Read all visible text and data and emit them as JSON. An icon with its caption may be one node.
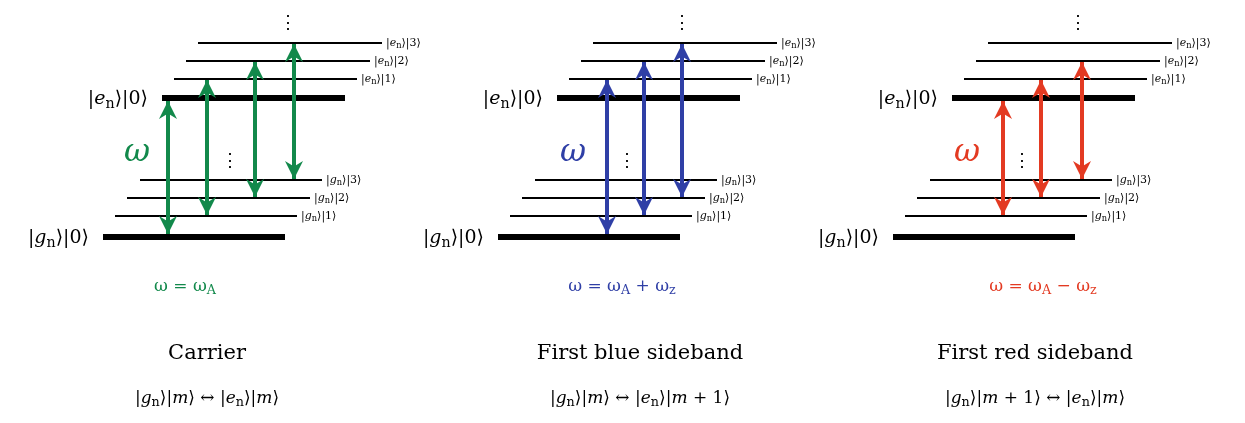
{
  "diagram": {
    "nodes": [
      {
        "text": [],
        "shape": "bar",
        "beside": [
          "|*e*$_{n}$⟩|3⟩"
        ]
      },
      {
        "text": [],
        "shape": "bar",
        "beside": [
          "|*e*$_{n}$⟩|2⟩"
        ]
      },
      {
        "text": [],
        "shape": "bar",
        "beside": [
          "|*e*$_{n}$⟩|1⟩"
        ]
      },
      {
        "text": [],
        "shape": "bar",
        "beside": [
          "|*e*$_{n}$⟩|0⟩"
        ]
      },
      {
        "text": [],
        "shape": "bar",
        "beside": [
          "|*g*$_{n}$⟩|3⟩"
        ]
      },
      {
        "text": [],
        "shape": "bar",
        "beside": [
          "|*g*$_{n}$⟩|2⟩"
        ]
      },
      {
        "text": [],
        "shape": "bar",
        "beside": [
          "|*g*$_{n}$⟩|1⟩"
        ]
      },
      {
        "text": [],
        "shape": "bar",
        "beside": [
          "|*g*$_{n}$⟩|0⟩"
        ]
      },
      {
        "text": [],
        "shape": "bar",
        "beside": [
          "|*e*$_{n}$⟩|3⟩"
        ]
      },
      {
        "text": [],
        "shape": "bar",
        "beside": [
          "|*e*$_{n}$⟩|2⟩"
        ]
      },
      {
        "text": [],
        "shape": "bar",
        "beside": [
          "|*e*$_{n}$⟩|1⟩"
        ]
      },
      {
        "text": [],
        "shape": "bar",
        "beside": [
          "|*e*$_{n}$⟩|0⟩"
        ]
      },
      {
        "text": [],
        "shape": "bar",
        "beside": [
          "|*g*$_{n}$⟩|3⟩"
        ]
      },
      {
        "text": [],
        "shape": "bar",
        "beside": [
          "|*g*$_{n}$⟩|2⟩"
        ]
      },
      {
        "text": [],
        "shape": "bar",
        "beside": [
          "|*g*$_{n}$⟩|1⟩"
        ]
      },
      {
        "text": [],
        "shape": "bar",
        "beside": [
          "|*g*$_{n}$⟩|0⟩"
        ]
      },
      {
        "text": [],
        "shape": "bar",
        "beside": [
          "|*e*$_{n}$⟩|3⟩"
        ]
      },
      {
        "text": [],
        "shape": "bar",
        "beside": [
          "|*e*$_{n}$⟩|2⟩"
        ]
      },
      {
        "text": [],
        "shape": "bar",
        "beside": [
          "|*e*$_{n}$⟩|1⟩"
        ]
      },
      {
        "text": [],
        "shape": "bar",
        "beside": [
          "|*e*$_{n}$⟩|0⟩"
        ]
      },
      {
        "text": [],
        "shape": "bar",
        "beside": [
          "|*g*$_{n}$⟩|3⟩"
        ]
      },
      {
        "text": [],
        "shape": "bar",
        "beside": [
          "|*g*$_{n}$⟩|2⟩"
        ]
      },
      {
        "text": [],
        "shape": "bar",
        "beside": [
          "|*g*$_{n}$⟩|1⟩"
        ]
      },
      {
        "text": [],
        "shape": "bar",
        "beside": [
          "|*g*$_{n}$⟩|0⟩"
        ]
      }
    ],
    "edges": [
      {
        "from": 7,
        "to": 3,
        "arrow": "both",
        "color": "#12894b"
      },
      {
        "from": 6,
        "to": 2,
        "arrow": "both",
        "color": "#12894b"
      },
      {
        "from": 5,
        "to": 1,
        "arrow": "both",
        "color": "#12894b"
      },
      {
        "from": 4,
        "to": 0,
        "arrow": "both",
        "color": "#12894b"
      },
      {
        "from": 15,
        "to": 10,
        "arrow": "both",
        "color": "#2f3fa6"
      },
      {
        "from": 14,
        "to": 9,
        "arrow": "both",
        "color": "#2f3fa6"
      },
      {
        "from": 13,
        "to": 8,
        "arrow": "both",
        "color": "#2f3fa6"
      },
      {
        "from": 22,
        "to": 19,
        "arrow": "both",
        "color": "#e33a22"
      },
      {
        "from": 21,
        "to": 18,
        "arrow": "both",
        "color": "#e33a22"
      },
      {
        "from": 20,
        "to": 17,
        "arrow": "both",
        "color": "#e33a22"
      }
    ],
    "labels": [
      "⋮",
      "ω",
      "⋮",
      "ω = ω$_{A}$",
      "⋮",
      "ω",
      "⋮",
      "ω = ω$_{A}$ + ω$_{z}$",
      "⋮",
      "ω",
      "⋮",
      "ω = ω$_{A}$ − ω$_{z}$",
      "Carrier",
      "First blue sideband",
      "First red sideband",
      "|*g*$_{n}$⟩|*m*⟩ ↔ |*e*$_{n}$⟩|*m*⟩",
      "|*g*$_{n}$⟩|*m*⟩ ↔ |*e*$_{n}$⟩|*m* + 1⟩",
      "|*g*$_{n}$⟩|*m* + 1⟩ ↔ |*e*$_{n}$⟩|*m*⟩"
    ]
  }
}
